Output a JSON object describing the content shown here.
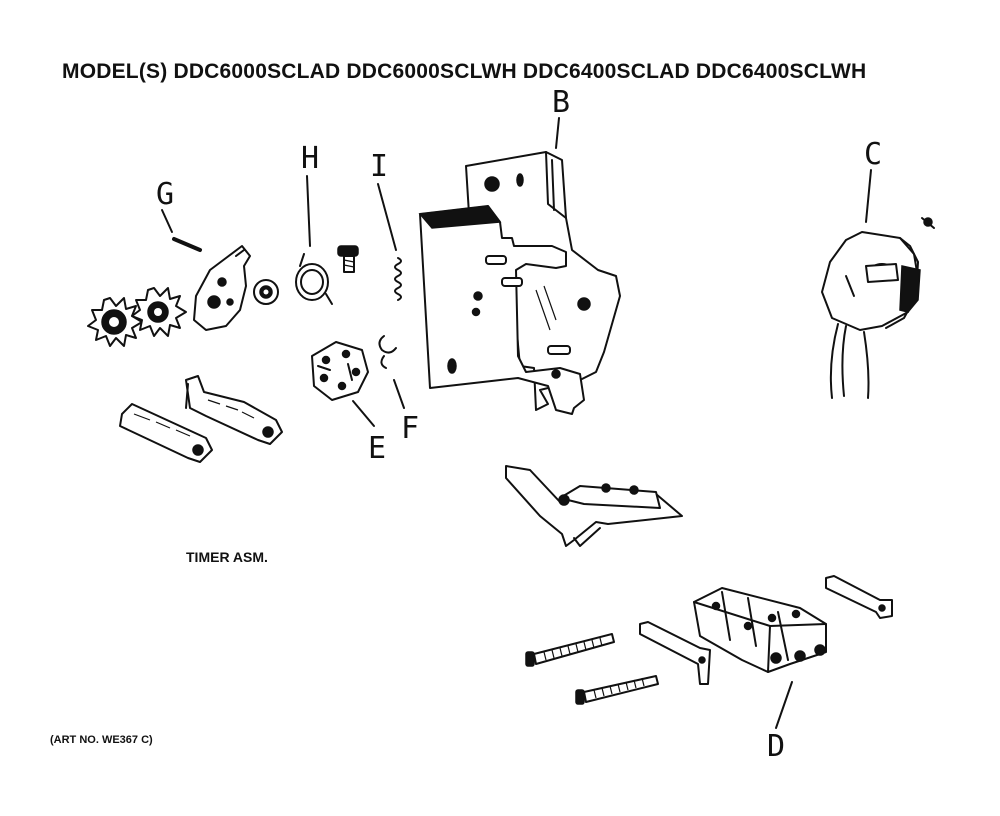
{
  "header": {
    "title": "MODEL(S) DDC6000SCLAD  DDC6000SCLWH  DDC6400SCLAD  DDC6400SCLWH"
  },
  "captions": {
    "assembly": "TIMER ASM.",
    "art_number": "(ART NO. WE367 C)"
  },
  "callouts": {
    "b": "B",
    "c": "C",
    "d": "D",
    "e": "E",
    "f": "F",
    "g": "G",
    "h": "H",
    "i": "I"
  }
}
